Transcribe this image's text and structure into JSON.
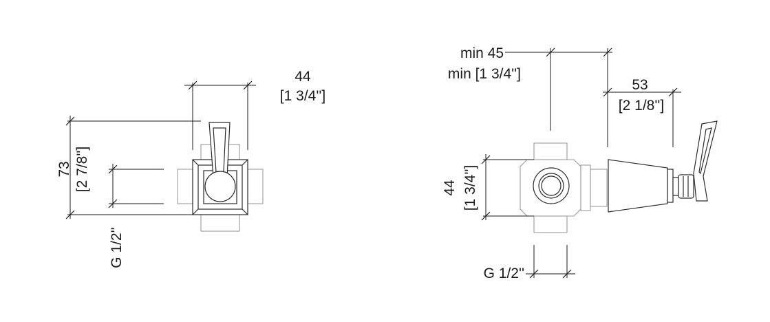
{
  "front_view": {
    "width_mm": "44",
    "width_in": "[1 3/4'']",
    "height_mm": "73",
    "height_in": "[2 7/8'']",
    "thread": "G 1/2''"
  },
  "side_view": {
    "depth_min_mm": "min 45",
    "depth_min_in": "min [1 3/4'']",
    "handle_mm": "53",
    "handle_in": "[2 1/8'']",
    "body_mm": "44",
    "body_in": "[1 3/4'']",
    "thread": "G 1/2''"
  }
}
